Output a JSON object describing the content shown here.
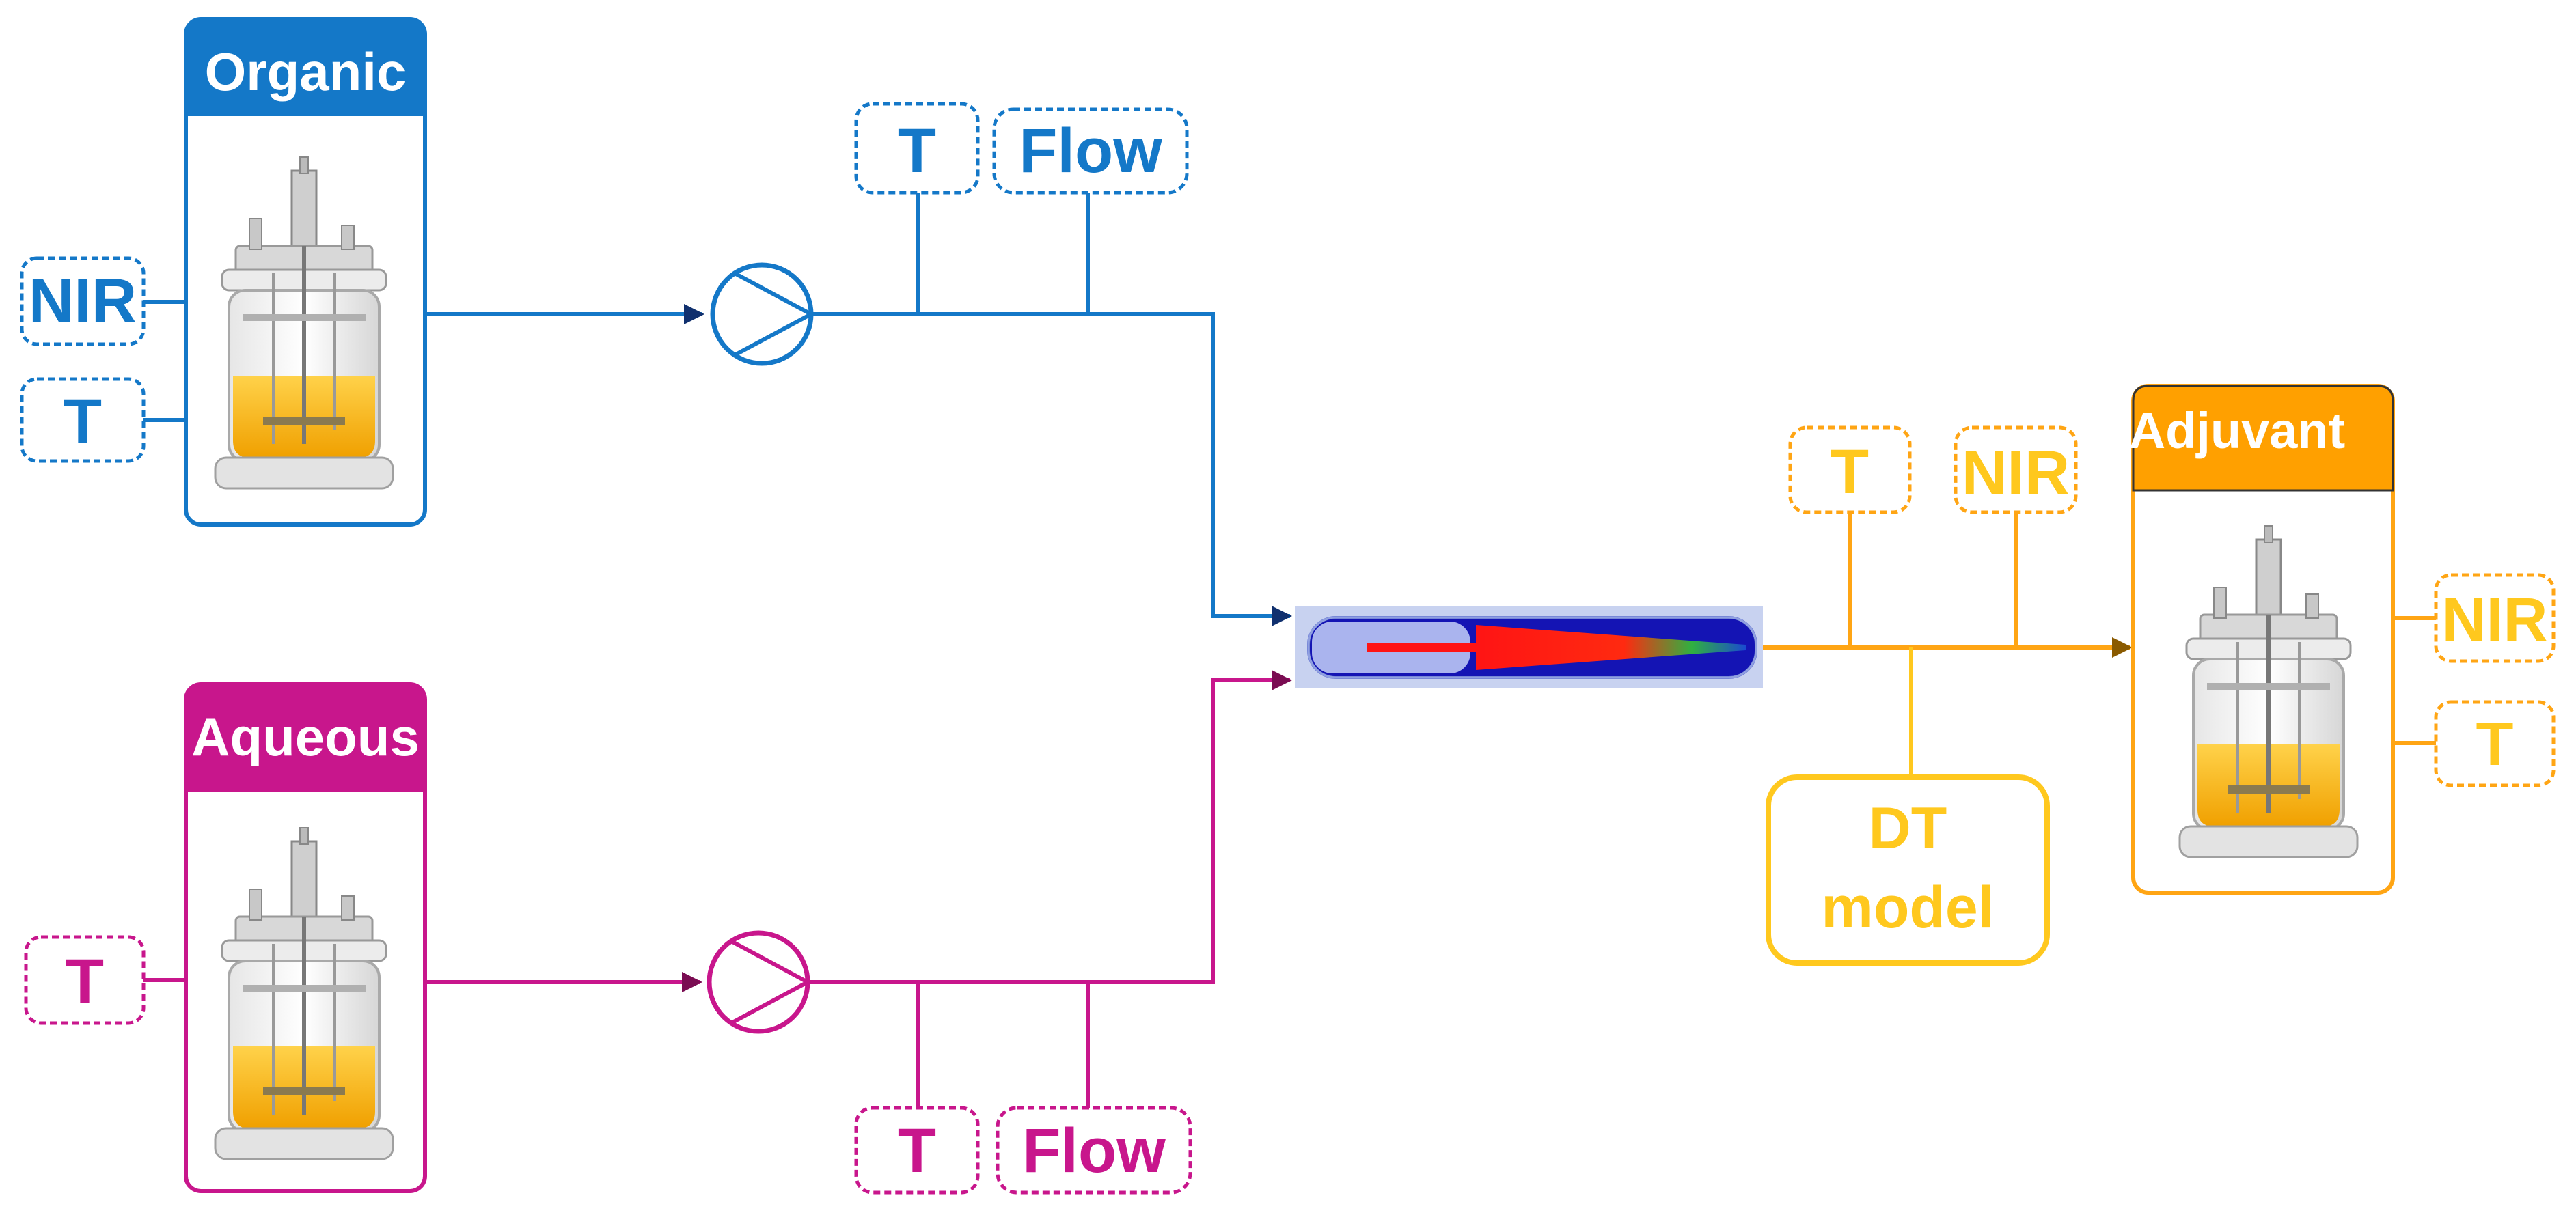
{
  "colors": {
    "organic": "#1478c8",
    "aqueous": "#c8168c",
    "adjuvant": "#ffc81e",
    "adjuvant_box": "#ffa514",
    "adjuvant_header": "#ffa000",
    "mixer_outer": "#c8d2f0",
    "mixer_core": "#1414b4",
    "mixer_jet": "#ff1414"
  },
  "vessels": {
    "organic": {
      "header": "Organic"
    },
    "aqueous": {
      "header": "Aqueous"
    },
    "adjuvant": {
      "header": "Adjuvant"
    }
  },
  "sensors": {
    "organic_nir": "NIR",
    "organic_t": "T",
    "aqueous_t": "T",
    "organic_line_t": "T",
    "organic_line_flow": "Flow",
    "aqueous_line_t": "T",
    "aqueous_line_flow": "Flow",
    "outlet_t": "T",
    "outlet_nir": "NIR",
    "adjuvant_nir": "NIR",
    "adjuvant_t": "T"
  },
  "dt_model": {
    "line1": "DT",
    "line2": "model"
  },
  "icons": {
    "pump": "centrifugal-pump-icon",
    "mixer": "microfluidic-mixer-icon",
    "vessel": "bioreactor-vessel-icon"
  }
}
